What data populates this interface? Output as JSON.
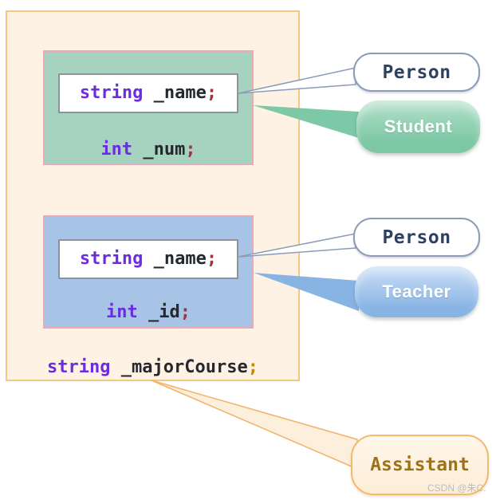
{
  "objects": [
    {
      "id": "student",
      "inherited_member": {
        "keyword": "string",
        "name": " _name",
        "punct": ";"
      },
      "own_member": {
        "keyword": "int",
        "name": " _num",
        "punct": ";"
      },
      "base_label": "Person",
      "class_label": "Student"
    },
    {
      "id": "teacher",
      "inherited_member": {
        "keyword": "string",
        "name": " _name",
        "punct": ";"
      },
      "own_member": {
        "keyword": "int",
        "name": " _id",
        "punct": ";"
      },
      "base_label": "Person",
      "class_label": "Teacher"
    }
  ],
  "assistant_member": {
    "keyword": "string",
    "name": " _majorCourse",
    "punct": ";"
  },
  "assistant_label": "Assistant",
  "watermark": "CSDN @朱C.",
  "colors": {
    "outer_fill": "#fdf2e4",
    "outer_border": "#f6c77c",
    "student_part_fill": "#a6d3c0",
    "teacher_part_fill": "#a7c3e6",
    "member_border_pink": "#eaa9b8",
    "student_accent": "#7cc7a4",
    "teacher_accent": "#88b4e4",
    "assistant_accent": "#f3b96d",
    "person_border": "#8c9cb8",
    "person_text": "#2d4263",
    "assistant_text": "#a0711b",
    "code_keyword": "#6b2be0",
    "code_identifier": "#25282c",
    "code_semicolon_red": "#9e3442",
    "code_semicolon_gold": "#bf8a00"
  }
}
